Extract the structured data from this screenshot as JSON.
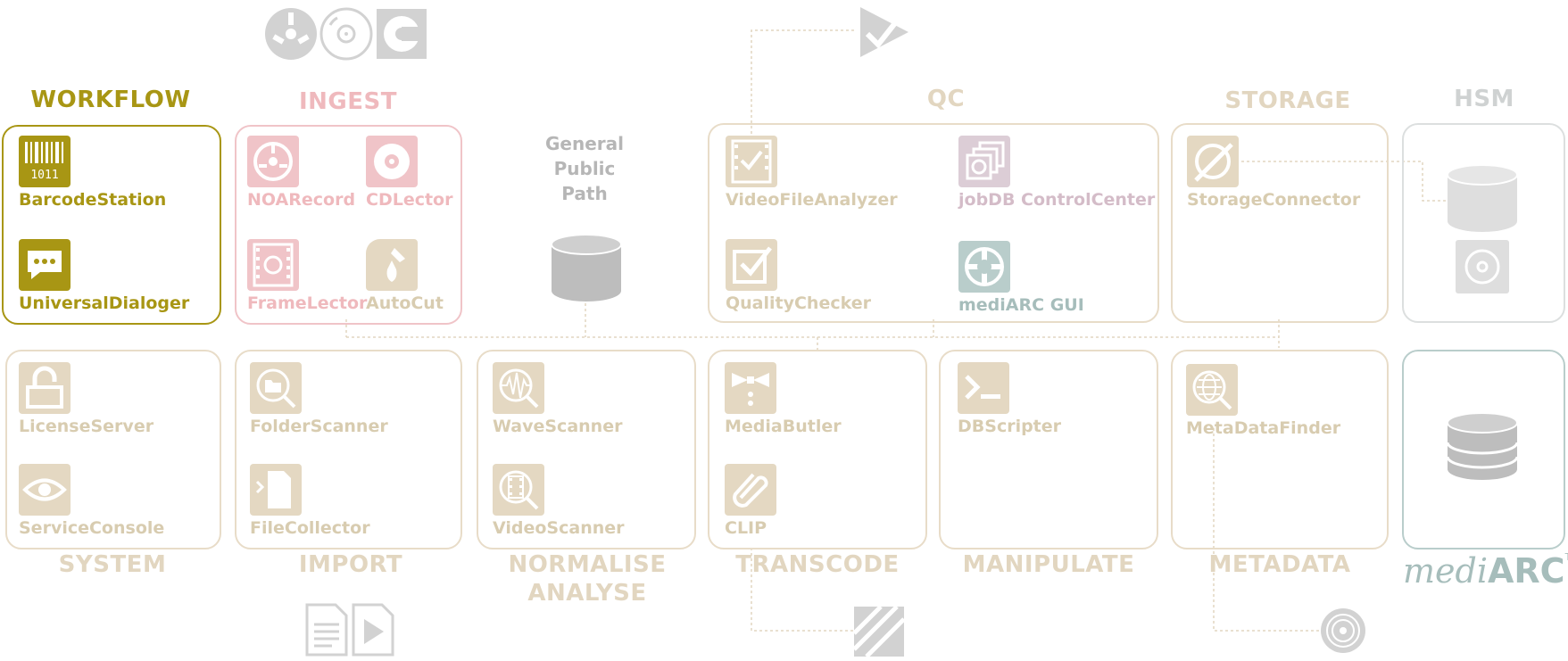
{
  "sections": {
    "workflow": "WORKFLOW",
    "ingest": "INGEST",
    "qc": "QC",
    "storage": "STORAGE",
    "hsm": "HSM",
    "system": "SYSTEM",
    "import": "IMPORT",
    "normalise": "NORMALISE",
    "analyse": "ANALYSE",
    "transcode": "TRANSCODE",
    "manipulate": "MANIPULATE",
    "metadata": "METADATA"
  },
  "general_public_path": [
    "General",
    "Public",
    "Path"
  ],
  "apps": {
    "barcode_station": "BarcodeStation",
    "barcode_code": "1011",
    "universal_dialoger": "UniversalDialoger",
    "noa_record": "NOARecord",
    "cd_lector": "CDLector",
    "frame_lector": "FrameLector",
    "auto_cut": "AutoCut",
    "video_file_analyzer": "VideoFileAnalyzer",
    "jobdb_control_center": "jobDB ControlCenter",
    "quality_checker": "QualityChecker",
    "mediarc_gui": "mediARC GUI",
    "storage_connector": "StorageConnector",
    "license_server": "LicenseServer",
    "service_console": "ServiceConsole",
    "folder_scanner": "FolderScanner",
    "file_collector": "FileCollector",
    "wave_scanner": "WaveScanner",
    "video_scanner": "VideoScanner",
    "media_butler": "MediaButler",
    "clip": "CLIP",
    "db_scripter": "DBScripter",
    "metadata_finder": "MetaDataFinder"
  },
  "logo": {
    "prefix": "medi",
    "suffix": "ARC",
    "tm": "TM"
  },
  "colors": {
    "workflow": "#a89614",
    "ingest": "#efb9bd",
    "beige": "#d8ccb0",
    "hsm": "#cfd2d2",
    "mediarc": "#a6bdbb",
    "disk": "#bdbdbd"
  }
}
